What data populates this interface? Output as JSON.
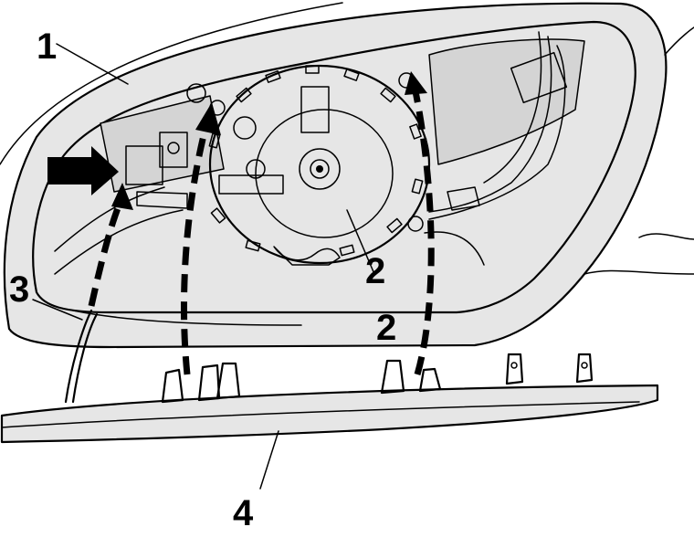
{
  "callouts": {
    "c1": "1",
    "c2a": "2",
    "c2b": "2",
    "c3": "3",
    "c4": "4"
  },
  "colors": {
    "line": "#000000",
    "shade": "#e6e6e6",
    "background": "#ffffff"
  }
}
